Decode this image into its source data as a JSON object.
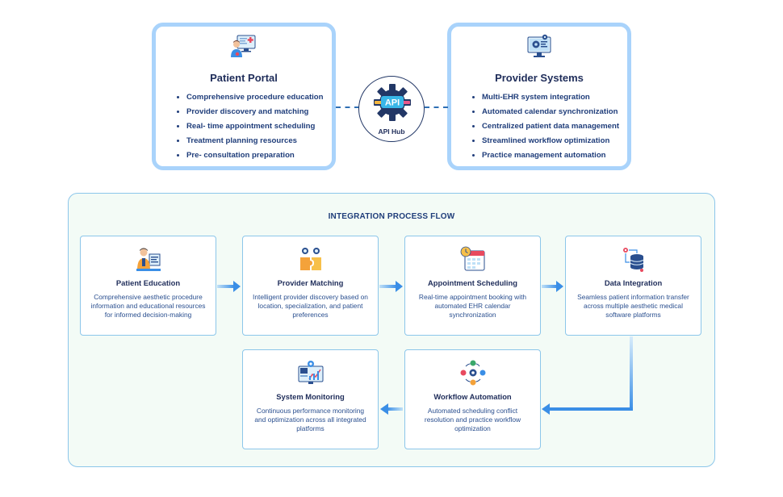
{
  "patient_portal": {
    "title": "Patient Portal",
    "items": [
      "Comprehensive procedure education",
      "Provider discovery and matching",
      "Real- time appointment scheduling",
      "Treatment planning resources",
      "Pre- consultation preparation"
    ]
  },
  "provider_systems": {
    "title": "Provider Systems",
    "items": [
      "Multi-EHR system integration",
      "Automated calendar synchronization",
      "Centralized patient data management",
      "Streamlined workflow optimization",
      "Practice management automation"
    ]
  },
  "api_hub": {
    "badge": "API",
    "label": "API Hub"
  },
  "flow": {
    "title": "INTEGRATION PROCESS FLOW",
    "steps": [
      {
        "title": "Patient Education",
        "description": "Comprehensive aesthetic procedure information and educational resources for informed decision-making",
        "icon": "teacher-board-icon"
      },
      {
        "title": "Provider Matching",
        "description": "Intelligent provider discovery based on location, specialization, and patient preferences",
        "icon": "puzzle-people-icon"
      },
      {
        "title": "Appointment Scheduling",
        "description": "Real-time appointment booking with automated EHR calendar synchronization",
        "icon": "calendar-clock-icon"
      },
      {
        "title": "Data Integration",
        "description": "Seamless patient information transfer across multiple aesthetic medical software platforms",
        "icon": "database-sync-icon"
      },
      {
        "title": "Workflow Automation",
        "description": "Automated scheduling conflict resolution and practice workflow optimization",
        "icon": "workflow-gear-icon"
      },
      {
        "title": "System Monitoring",
        "description": "Continuous performance monitoring and optimization across all integrated platforms",
        "icon": "monitor-chart-icon"
      }
    ]
  },
  "colors": {
    "portal_border": "#a9d3fb",
    "panel_bg": "#f3fbf6",
    "panel_border": "#8cc6ea",
    "arrow": "#3a8ee6",
    "text_dark": "#1f2d5a",
    "text_body": "#2a4f8f"
  }
}
